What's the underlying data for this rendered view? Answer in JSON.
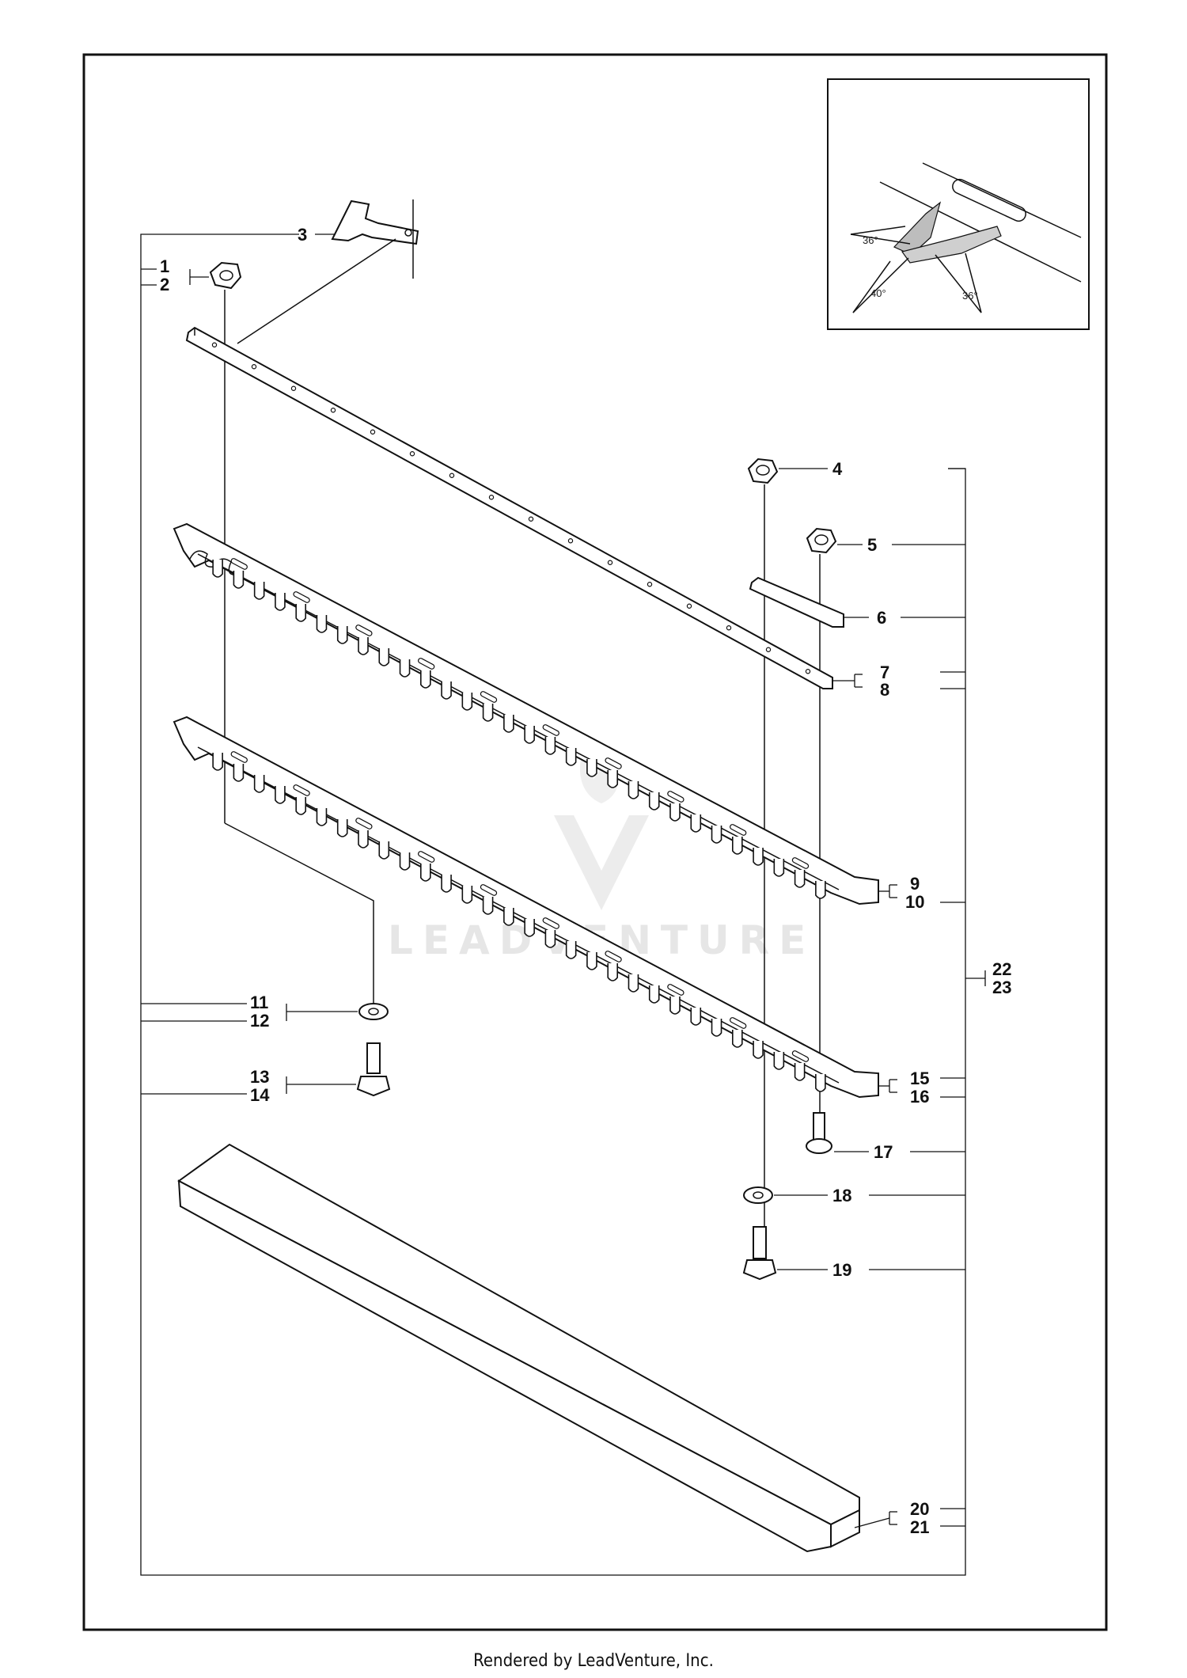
{
  "callouts": [
    {
      "id": "c3",
      "text": "3"
    },
    {
      "id": "c1",
      "text": "1"
    },
    {
      "id": "c2",
      "text": "2"
    },
    {
      "id": "c4",
      "text": "4"
    },
    {
      "id": "c5",
      "text": "5"
    },
    {
      "id": "c6",
      "text": "6"
    },
    {
      "id": "c7",
      "text": "7"
    },
    {
      "id": "c8",
      "text": "8"
    },
    {
      "id": "c9",
      "text": "9"
    },
    {
      "id": "c10",
      "text": "10"
    },
    {
      "id": "c11",
      "text": "11"
    },
    {
      "id": "c12",
      "text": "12"
    },
    {
      "id": "c13",
      "text": "13"
    },
    {
      "id": "c14",
      "text": "14"
    },
    {
      "id": "c15",
      "text": "15"
    },
    {
      "id": "c16",
      "text": "16"
    },
    {
      "id": "c17",
      "text": "17"
    },
    {
      "id": "c18",
      "text": "18"
    },
    {
      "id": "c19",
      "text": "19"
    },
    {
      "id": "c20",
      "text": "20"
    },
    {
      "id": "c21",
      "text": "21"
    },
    {
      "id": "c22",
      "text": "22"
    },
    {
      "id": "c23",
      "text": "23"
    }
  ],
  "inset": {
    "angle_left": "36°",
    "angle_bottom": "40°",
    "angle_right": "36°"
  },
  "watermark": {
    "text": "LEADVENTURE"
  },
  "footer": {
    "text": "Rendered by LeadVenture, Inc."
  }
}
